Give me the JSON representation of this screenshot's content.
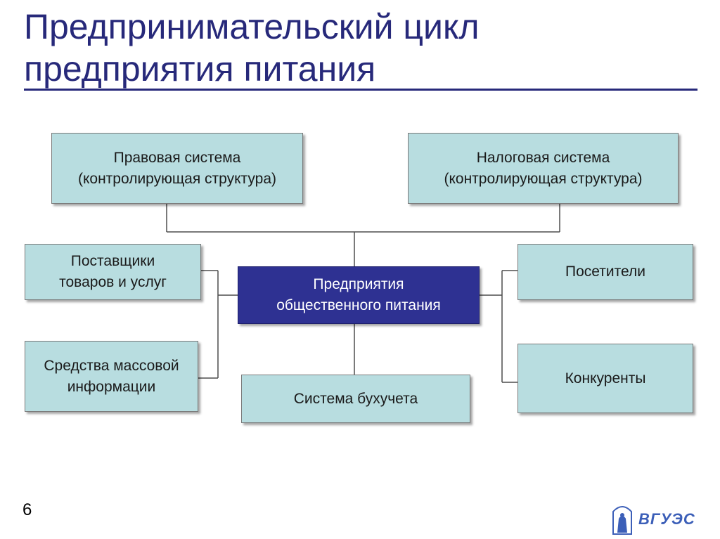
{
  "slide": {
    "title": "Предпринимательский цикл предприятия питания",
    "page_number": "6"
  },
  "diagram": {
    "legal": "Правовая система\n(контролирующая структура)",
    "tax": "Налоговая система\n(контролирующая структура)",
    "suppliers": "Поставщики\nтоваров и услуг",
    "media": "Средства массовой\nинформации",
    "center": "Предприятия\nобщественного питания",
    "visitors": "Посетители",
    "competitors": "Конкуренты",
    "accounting": "Система бухучета"
  },
  "logo": {
    "text": "ВГУЭС"
  },
  "colors": {
    "title": "#27297a",
    "box_fill": "#b8dde0",
    "center_fill": "#2e3192",
    "logo": "#3c5fb8"
  }
}
